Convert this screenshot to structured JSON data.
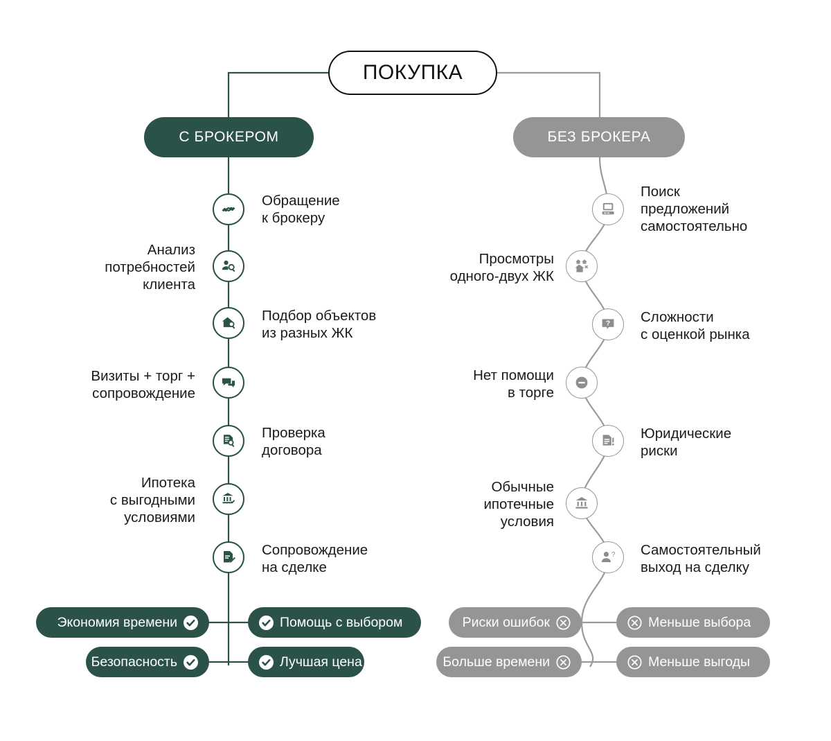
{
  "root": {
    "label": "ПОКУПКА"
  },
  "branches": {
    "left": {
      "header": "С БРОКЕРОМ",
      "color": "#2b5249",
      "steps": [
        {
          "label": "Обращение\nк брокеру",
          "icon": "handshake-icon",
          "side": "right"
        },
        {
          "label": "Анализ\nпотребностей\nклиента",
          "icon": "person-search-icon",
          "side": "left"
        },
        {
          "label": "Подбор объектов\nиз разных ЖК",
          "icon": "house-search-icon",
          "side": "right"
        },
        {
          "label": "Визиты + торг +\nсопровождение",
          "icon": "chat-bubbles-icon",
          "side": "left"
        },
        {
          "label": "Проверка\nдоговора",
          "icon": "document-search-icon",
          "side": "right"
        },
        {
          "label": "Ипотека\nс выгодными\nусловиями",
          "icon": "bank-check-icon",
          "side": "left"
        },
        {
          "label": "Сопровождение\nна сделке",
          "icon": "document-edit-icon",
          "side": "right"
        }
      ],
      "outcomes": [
        {
          "label": "Экономия времени",
          "mark": "check-icon",
          "side": "left"
        },
        {
          "label": "Помощь с выбором",
          "mark": "check-icon",
          "side": "right"
        },
        {
          "label": "Безопасность",
          "mark": "check-icon",
          "side": "left"
        },
        {
          "label": "Лучшая цена",
          "mark": "check-icon",
          "side": "right"
        }
      ]
    },
    "right": {
      "header": "БЕЗ БРОКЕРА",
      "color": "#959595",
      "steps": [
        {
          "label": "Поиск\nпредложений\nсамостоятельно",
          "icon": "computer-icon",
          "side": "right"
        },
        {
          "label": "Просмотры\nодного-двух ЖК",
          "icon": "houses-cross-icon",
          "side": "left"
        },
        {
          "label": "Сложности\nс оценкой рынка",
          "icon": "question-bubble-icon",
          "side": "right"
        },
        {
          "label": "Нет помощи\nв торге",
          "icon": "minus-circle-icon",
          "side": "left"
        },
        {
          "label": "Юридические\nриски",
          "icon": "document-alert-icon",
          "side": "right"
        },
        {
          "label": "Обычные\nипотечные\nусловия",
          "icon": "bank-icon",
          "side": "left"
        },
        {
          "label": "Самостоятельный\nвыход на сделку",
          "icon": "person-question-icon",
          "side": "right"
        }
      ],
      "outcomes": [
        {
          "label": "Риски ошибок",
          "mark": "cross-circle-icon",
          "side": "left"
        },
        {
          "label": "Меньше выбора",
          "mark": "cross-circle-icon",
          "side": "right"
        },
        {
          "label": "Больше времени",
          "mark": "cross-circle-icon",
          "side": "left"
        },
        {
          "label": "Меньше выгоды",
          "mark": "cross-circle-icon",
          "side": "right"
        }
      ]
    }
  },
  "colors": {
    "green": "#2b5249",
    "gray": "#959595",
    "line_gray": "#9a9a9a",
    "text": "#1b1b1b",
    "background": "#ffffff"
  }
}
